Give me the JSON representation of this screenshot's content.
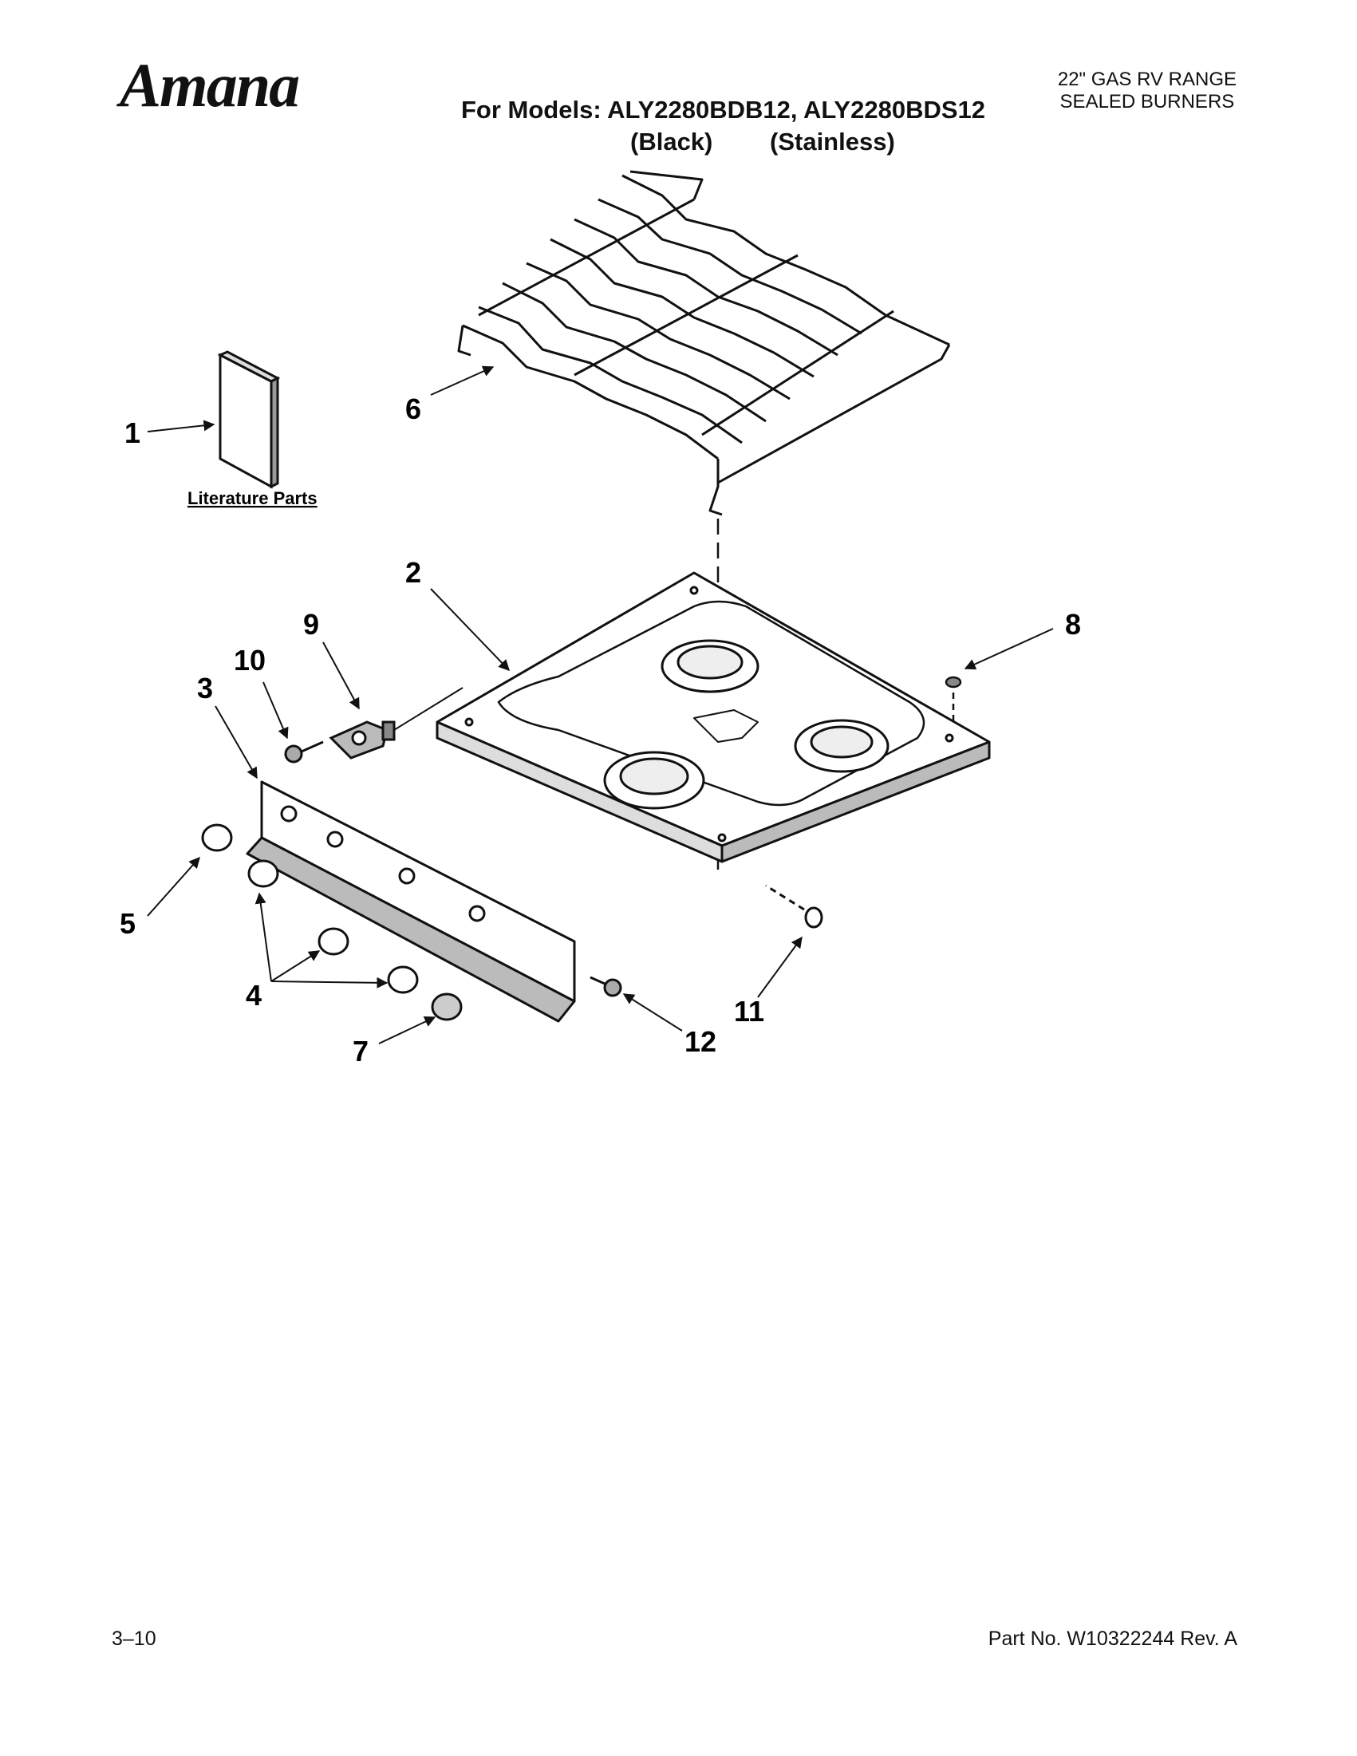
{
  "header": {
    "brand": "Amana",
    "models_line": "For Models: ALY2280BDB12, ALY2280BDS12",
    "variant_1": "(Black)",
    "variant_2": "(Stainless)",
    "product_line_1": "22\" GAS RV RANGE",
    "product_line_2": "SEALED BURNERS"
  },
  "diagram": {
    "literature_label": "Literature Parts",
    "callouts": [
      "1",
      "2",
      "3",
      "4",
      "5",
      "6",
      "7",
      "8",
      "9",
      "10",
      "11",
      "12"
    ]
  },
  "footer": {
    "date_code": "3–10",
    "part_number": "Part No. W10322244 Rev. A"
  }
}
